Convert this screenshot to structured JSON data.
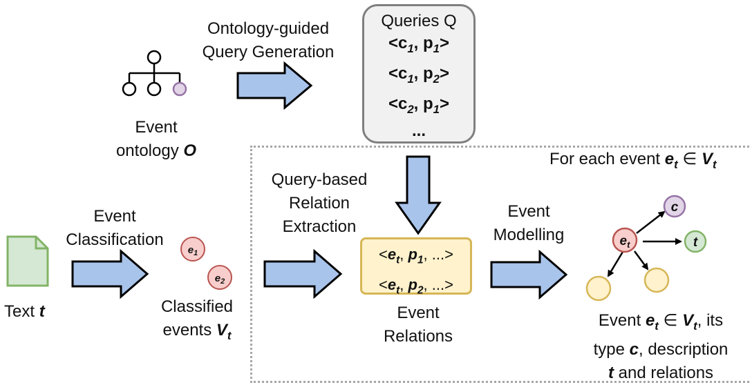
{
  "ontology_label": [
    "Event",
    "ontology ",
    "O"
  ],
  "query_gen_label": [
    "Ontology-guided",
    "Query Generation"
  ],
  "queries": {
    "title": "Queries Q",
    "items": [
      {
        "pre": "<c",
        "c": "1",
        "mid": ", p",
        "p": "1",
        "post": ">"
      },
      {
        "pre": "<c",
        "c": "1",
        "mid": ", p",
        "p": "2",
        "post": ">"
      },
      {
        "pre": "<c",
        "c": "2",
        "mid": ", p",
        "p": "1",
        "post": ">"
      }
    ],
    "ellipsis": "..."
  },
  "foreach_label": {
    "pre": "For each event ",
    "e": "e",
    "sub": "t",
    "in": " ∈ ",
    "v": "V",
    "vsub": "t"
  },
  "query_rel_label": [
    "Query-based",
    "Relation",
    "Extraction"
  ],
  "classification_label": [
    "Event",
    "Classification"
  ],
  "modelling_label": [
    "Event",
    "Modelling"
  ],
  "text_label": {
    "pre": "Text ",
    "t": "t"
  },
  "classified_label": [
    "Classified",
    "events "
  ],
  "classified_v": "V",
  "classified_vsub": "t",
  "events": [
    {
      "name": "e",
      "sub": "1"
    },
    {
      "name": "e",
      "sub": "2"
    }
  ],
  "relations": [
    {
      "pre": "<",
      "e": "e",
      "esub": "t",
      "mid": ", ",
      "p": "p",
      "psub": "1",
      "post": ", ...>"
    },
    {
      "pre": "<",
      "e": "e",
      "esub": "t",
      "mid": ", ",
      "p": "p",
      "psub": "2",
      "post": ", ...>"
    }
  ],
  "relations_label": [
    "Event",
    "Relations"
  ],
  "graph": {
    "center": "e",
    "center_sub": "t",
    "type_node": "c",
    "desc_node": "t"
  },
  "final_label": {
    "l1_pre": "Event ",
    "l1_e": "e",
    "l1_esub": "t",
    "l1_in": " ∈ ",
    "l1_v": "V",
    "l1_vsub": "t",
    "l1_post": ", its",
    "l2_pre": "type ",
    "l2_c": "c",
    "l2_post": ", description",
    "l3_t": "t",
    "l3_post": " and relations"
  },
  "colors": {
    "arrow_fill": "#a9c4eb",
    "arrow_stroke": "#000000",
    "event_fill": "#f8cecc",
    "event_stroke": "#b85450",
    "type_fill": "#e1d5e7",
    "type_stroke": "#9673a6",
    "desc_fill": "#d5e8d4",
    "desc_stroke": "#82b366",
    "rel_fill": "#fff2cc",
    "rel_stroke": "#d6b656",
    "doc_fill": "#d5e8d4",
    "doc_stroke": "#82b366"
  }
}
